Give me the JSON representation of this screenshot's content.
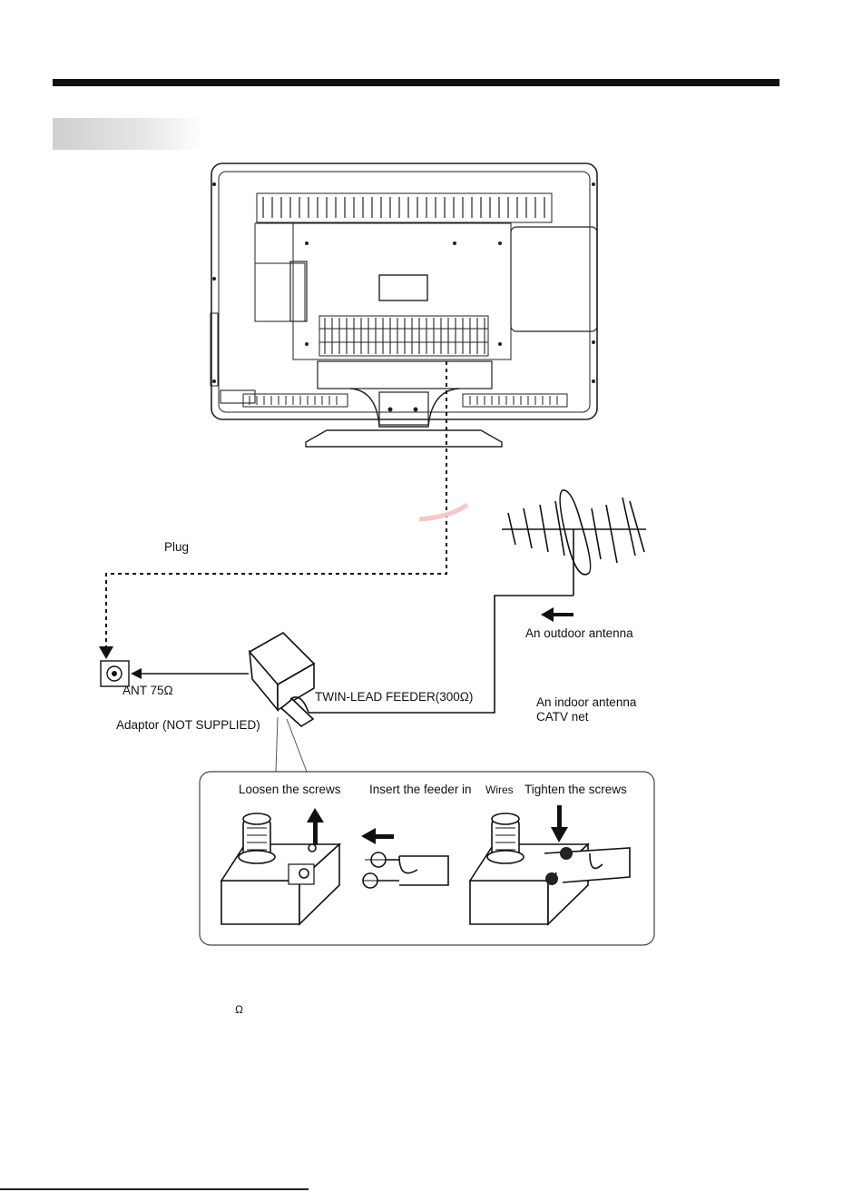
{
  "labels": {
    "plug": "Plug",
    "ant": "ANT 75Ω",
    "twin_lead": "TWIN-LEAD FEEDER(300Ω)",
    "adaptor": "Adaptor  (NOT SUPPLIED)",
    "outdoor_antenna": "An outdoor antenna",
    "indoor_antenna": "An indoor antenna",
    "catv": "CATV net",
    "loosen": "Loosen the screws",
    "insert": "Insert the feeder in",
    "wires": "Wires",
    "tighten": "Tighten the screws",
    "omega": "Ω"
  },
  "icons": {
    "tv": "tv-back-icon",
    "antenna": "antenna-icon",
    "adaptor": "adaptor-icon",
    "terminal": "terminal-icon",
    "arrow": "arrow-icon"
  }
}
